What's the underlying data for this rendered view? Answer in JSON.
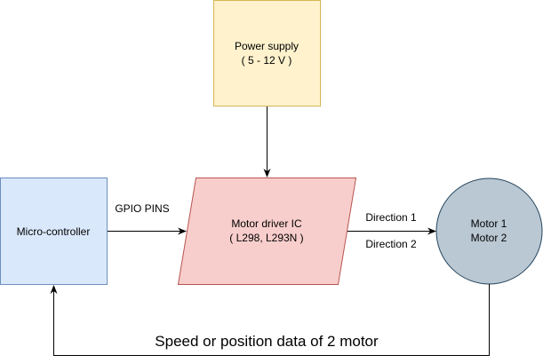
{
  "nodes": {
    "power_supply": {
      "line1": "Power supply",
      "line2": "( 5 - 12 V )",
      "fill": "#fff2cc",
      "stroke": "#d6b656"
    },
    "micro_controller": {
      "label": "Micro-controller",
      "fill": "#dae8fc",
      "stroke": "#6c8ebf"
    },
    "motor_driver": {
      "line1": "Motor driver IC",
      "line2": "( L298, L293N )",
      "fill": "#f8cecc",
      "stroke": "#b85450"
    },
    "motors": {
      "line1": "Motor 1",
      "line2": "Motor 2",
      "fill": "#bac8d3",
      "stroke": "#23445d"
    }
  },
  "edges": {
    "gpio_label": "GPIO PINS",
    "direction1_label": "Direction 1",
    "direction2_label": "Direction 2",
    "feedback_label": "Speed or position data of 2 motor"
  }
}
